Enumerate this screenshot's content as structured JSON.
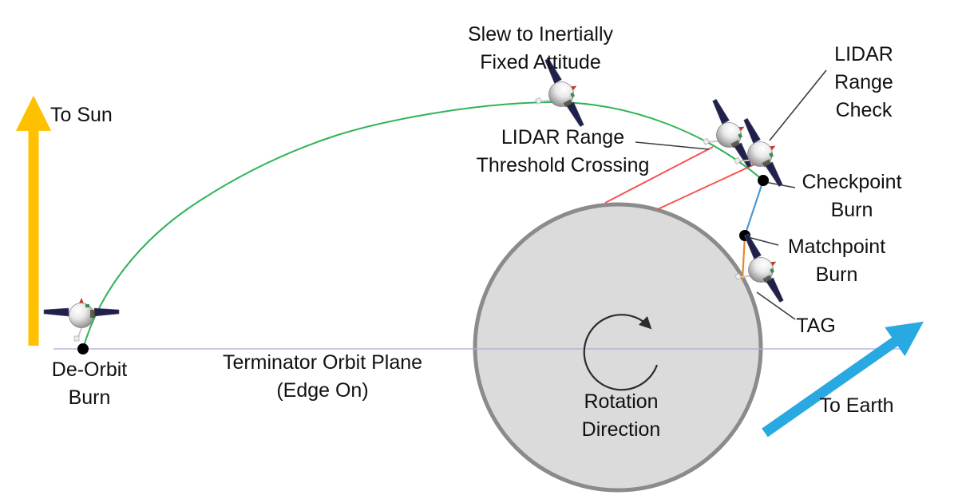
{
  "diagram": {
    "description": "Asteroid touch-and-go (TAG) descent sequence diagram",
    "labels": {
      "to_sun": "To Sun",
      "slew_attitude": "Slew to Inertially\nFixed Attitude",
      "lidar_threshold": "LIDAR Range\nThreshold Crossing",
      "lidar_check": "LIDAR Range\nCheck",
      "checkpoint_burn": "Checkpoint\nBurn",
      "matchpoint_burn": "Matchpoint\nBurn",
      "tag": "TAG",
      "de_orbit_burn": "De-Orbit\nBurn",
      "terminator_plane": "Terminator Orbit Plane\n(Edge On)",
      "rotation_direction": "Rotation\nDirection",
      "to_earth": "To Earth"
    },
    "colors": {
      "sun_arrow": "#FFC000",
      "earth_arrow": "#29A9E1",
      "trajectory": "#2EB457",
      "lidar_beam": "#FB4A47",
      "checkpoint_leg": "#4B97D2",
      "matchpoint_leg": "#E98724",
      "orbit_plane_line": "#B3A6D9",
      "asteroid_fill": "#DBDBDB",
      "asteroid_stroke": "#8B8B8B",
      "connector": "#3C3C3C",
      "burn_dot": "#000000",
      "text": "#111111"
    },
    "icons": {
      "spacecraft": "spacecraft-icon",
      "rotation_arrow": "rotation-arrow-icon",
      "sun_arrow": "sun-arrow-icon",
      "earth_arrow": "earth-arrow-icon"
    }
  }
}
